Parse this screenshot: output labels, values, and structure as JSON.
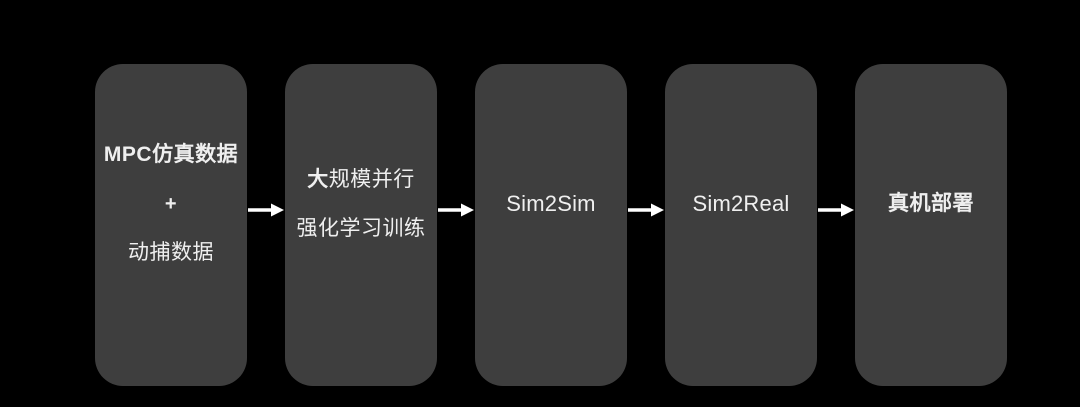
{
  "colors": {
    "background": "#000000",
    "box": "#3e3e3e",
    "text": "#efefef",
    "arrow": "#ffffff"
  },
  "flow": {
    "stages": [
      {
        "id": "training-data",
        "line1": "MPC仿真数据",
        "line2": "+",
        "line3": "动捕数据"
      },
      {
        "id": "rl-training",
        "line1_bold": "大",
        "line1_rest": "规模并行",
        "line2": "强化学习训练"
      },
      {
        "id": "sim2sim",
        "label": "Sim2Sim"
      },
      {
        "id": "sim2real",
        "label": "Sim2Real"
      },
      {
        "id": "deployment",
        "label": "真机部署"
      }
    ],
    "arrow_icon": "right-arrow"
  }
}
